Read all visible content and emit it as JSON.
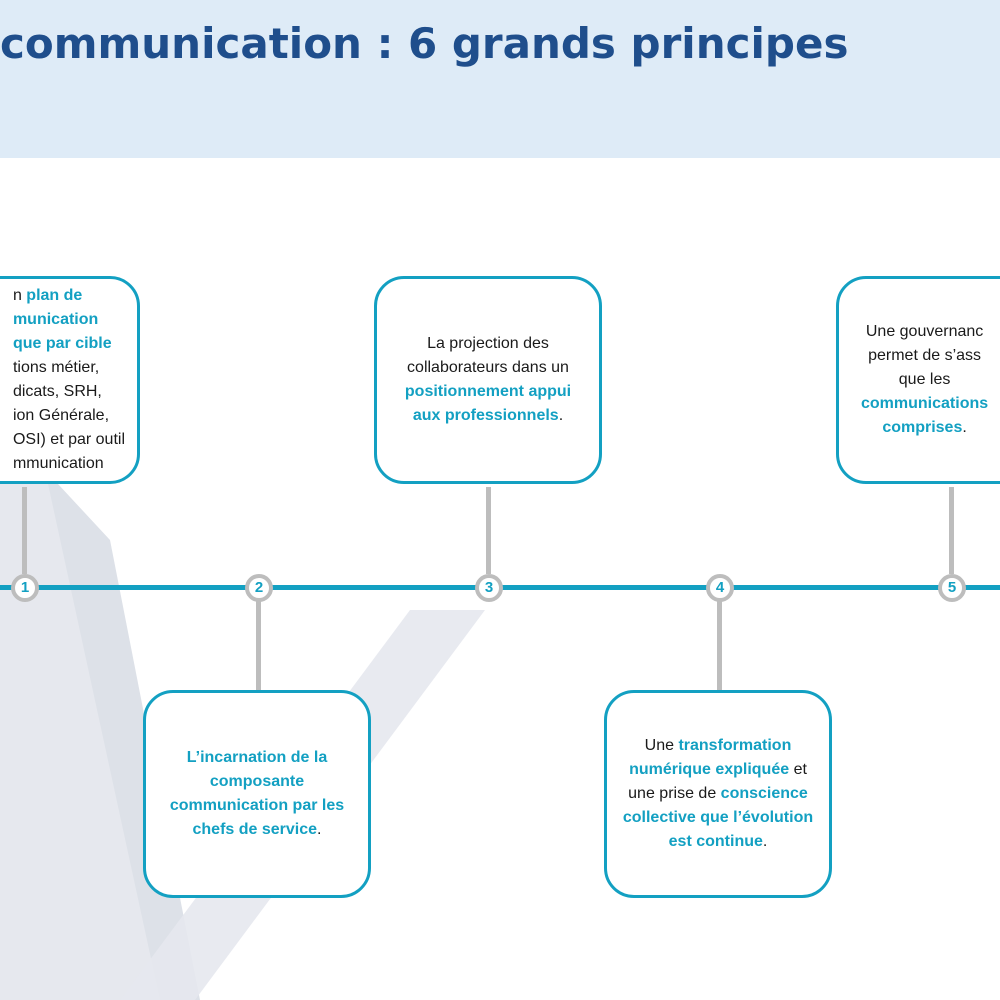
{
  "header": {
    "title": "communication : 6 grands principes"
  },
  "colors": {
    "accent": "#13a0c2",
    "title": "#1f4e8c",
    "header_band": "#deebf7",
    "connector": "#bdbdbd",
    "watermark": "#e6e8ee"
  },
  "timeline": {
    "nodes": [
      "1",
      "2",
      "3",
      "4",
      "5"
    ]
  },
  "cards": [
    {
      "segments": [
        {
          "text": "n ",
          "hl": false
        },
        {
          "text": "plan de",
          "hl": true
        },
        {
          "text": "\n",
          "hl": false
        },
        {
          "text": "munication",
          "hl": true
        },
        {
          "text": "\n",
          "hl": false
        },
        {
          "text": "que par cible",
          "hl": true
        },
        {
          "text": "\ntions métier,\ndicats, SRH,\nion Générale,\nOSI) et par outil\nmmunication",
          "hl": false
        }
      ]
    },
    {
      "segments": [
        {
          "text": "L’incarnation de la composante communication par les chefs de service",
          "hl": true
        },
        {
          "text": ".",
          "hl": false
        }
      ]
    },
    {
      "segments": [
        {
          "text": "La projection des collaborateurs dans un ",
          "hl": false
        },
        {
          "text": "positionnement appui aux professionnels",
          "hl": true
        },
        {
          "text": ".",
          "hl": false
        }
      ]
    },
    {
      "segments": [
        {
          "text": "Une ",
          "hl": false
        },
        {
          "text": "transformation numérique expliquée",
          "hl": true
        },
        {
          "text": " et une prise de ",
          "hl": false
        },
        {
          "text": "conscience collective que l’évolution est continue",
          "hl": true
        },
        {
          "text": ".",
          "hl": false
        }
      ]
    },
    {
      "segments": [
        {
          "text": "Une gouvernanc\npermet de s’ass\nque les\n",
          "hl": false
        },
        {
          "text": "communications",
          "hl": true
        },
        {
          "text": "\n",
          "hl": false
        },
        {
          "text": "comprises",
          "hl": true
        },
        {
          "text": ".",
          "hl": false
        }
      ]
    }
  ]
}
